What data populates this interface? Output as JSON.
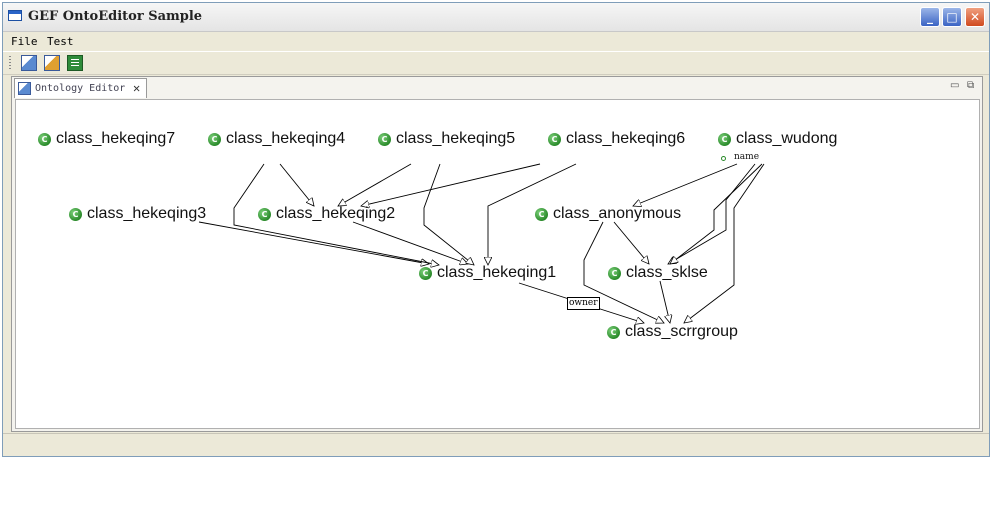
{
  "window": {
    "title": "GEF OntoEditor Sample",
    "minimize": "_",
    "maximize": "□",
    "close": "✕"
  },
  "menu": {
    "items": [
      "File",
      "Test"
    ]
  },
  "toolbar": {
    "buttons": [
      "graph-tool-icon",
      "graph-tool-alt-icon",
      "spreadsheet-icon"
    ]
  },
  "editor": {
    "tab_label": "Ontology Editor",
    "tab_close": "✕",
    "view_minimize": "▭",
    "view_restore": "⧉"
  },
  "diagram": {
    "class_icon_letter": "C",
    "classes": [
      "class_hekeqing7",
      "class_hekeqing4",
      "class_hekeqing5",
      "class_hekeqing6",
      "class_wudong",
      "class_hekeqing3",
      "class_hekeqing2",
      "class_anonymous",
      "class_hekeqing1",
      "class_sklse",
      "class_scrrgroup"
    ],
    "attributes": [
      {
        "class": "class_wudong",
        "name": "name"
      }
    ],
    "edge_labels": [
      "owner"
    ],
    "accent_color": "#2a8a2a"
  }
}
